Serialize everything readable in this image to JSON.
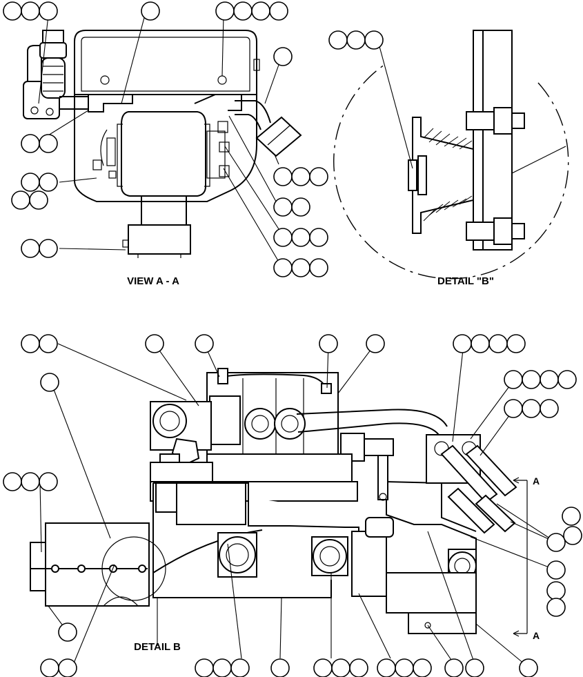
{
  "captions": {
    "view_aa": "VIEW A - A",
    "detail_b_title": "DETAIL \"B\"",
    "detail_b_ref": "DETAIL B"
  },
  "section_marks": {
    "top": "A",
    "bottom": "A"
  }
}
